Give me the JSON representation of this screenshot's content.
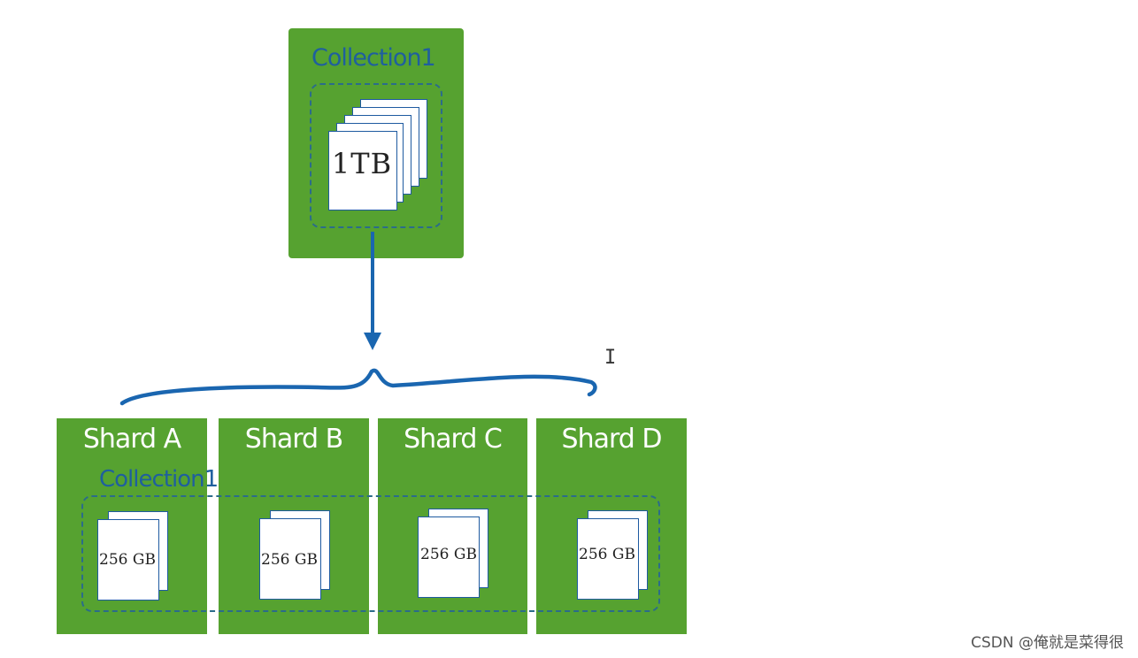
{
  "top": {
    "collection_title": "Collection1",
    "document_size": "1TB"
  },
  "shards": [
    {
      "name": "Shard A",
      "document_size": "256 GB"
    },
    {
      "name": "Shard B",
      "document_size": "256 GB"
    },
    {
      "name": "Shard C",
      "document_size": "256 GB"
    },
    {
      "name": "Shard D",
      "document_size": "256 GB"
    }
  ],
  "bottom": {
    "collection_title": "Collection1"
  },
  "watermark": "CSDN @俺就是菜得很",
  "colors": {
    "box_green": "#56a230",
    "collection_blue": "#1f5f9e",
    "arrow_blue": "#1a66b0"
  },
  "icons": {
    "cursor": "text-cursor-icon"
  }
}
